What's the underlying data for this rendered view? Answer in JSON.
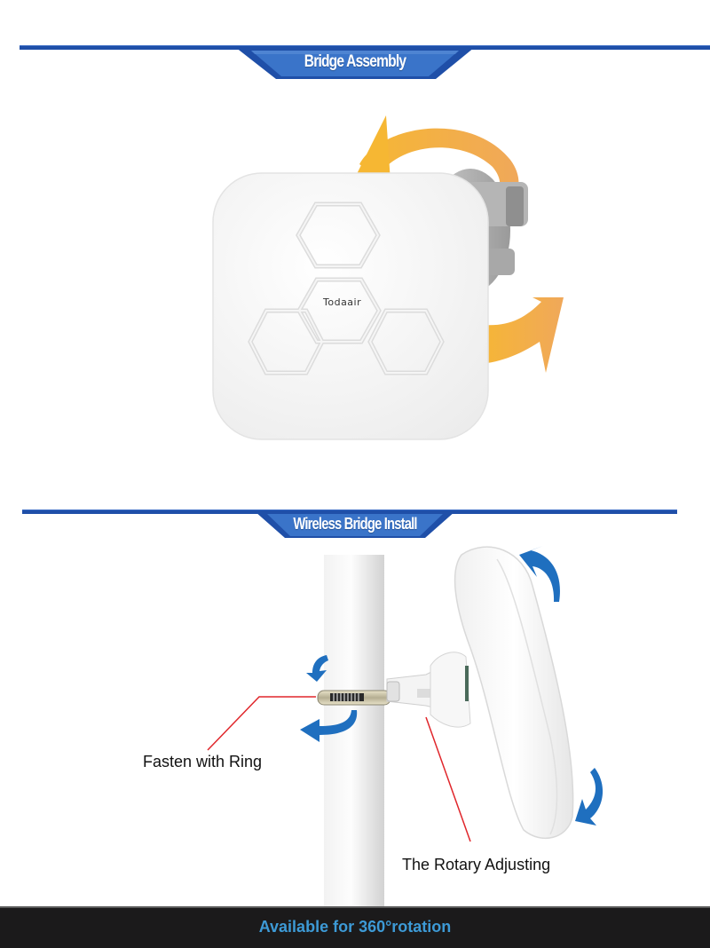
{
  "sections": [
    {
      "title": "Bridge Assembly"
    },
    {
      "title": "Wireless Bridge Install"
    }
  ],
  "product": {
    "brand_label": "Todaair"
  },
  "callouts": {
    "fasten": "Fasten with Ring",
    "rotary": "The Rotary Adjusting"
  },
  "footer": {
    "text": "Available for 360°rotation"
  },
  "colors": {
    "banner_blue": "#2f62b8",
    "line_blue": "#1f4fa8",
    "arrow_orange": "#f2a52c",
    "arrow_blue": "#1f6fbf",
    "callout_red": "#e0262b",
    "footer_bg": "#1b1a1b",
    "footer_text": "#3d9ad6"
  }
}
